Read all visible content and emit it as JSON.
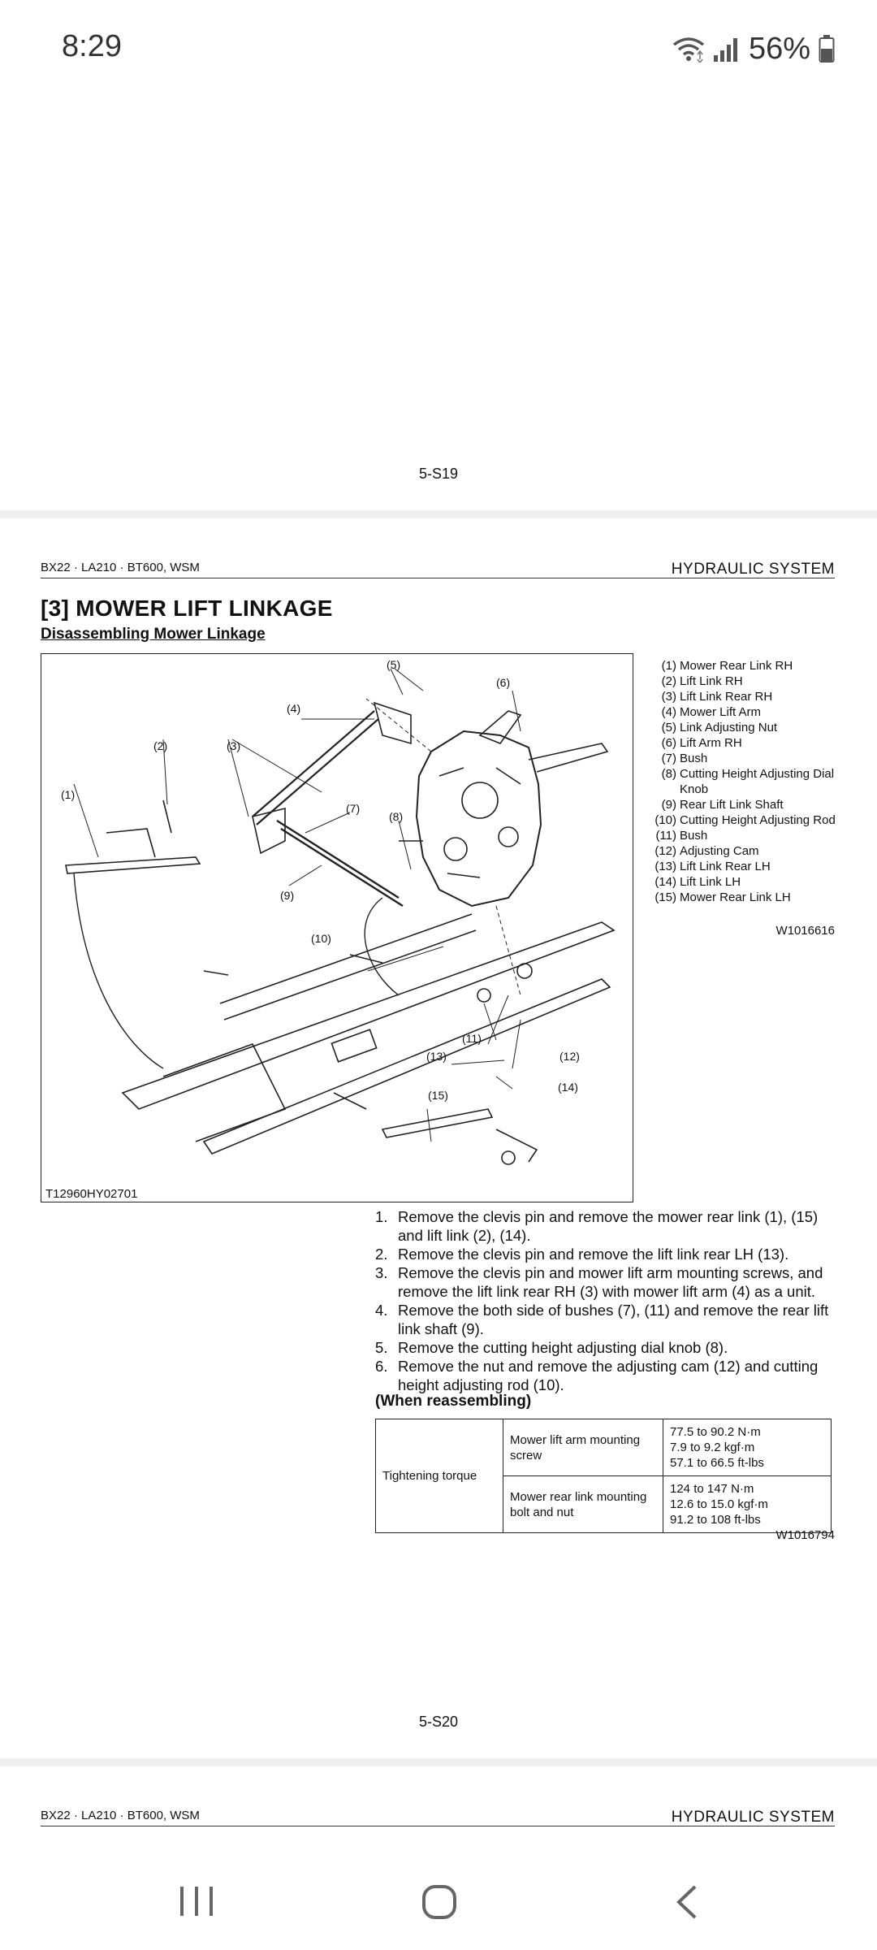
{
  "status_bar": {
    "time": "8:29",
    "battery": "56%"
  },
  "page_top": {
    "page_number": "5-S19"
  },
  "page": {
    "header_left": "BX22 · LA210 · BT600, WSM",
    "header_right": "HYDRAULIC  SYSTEM",
    "section_title": "[3]  MOWER LIFT LINKAGE",
    "subsection_title": "Disassembling Mower Linkage",
    "figure_code": "T12960HY02701",
    "figure_callouts": [
      "(1)",
      "(2)",
      "(3)",
      "(4)",
      "(5)",
      "(6)",
      "(7)",
      "(8)",
      "(9)",
      "(10)",
      "(11)",
      "(12)",
      "(13)",
      "(14)",
      "(15)"
    ],
    "legend": [
      {
        "num": "(1)",
        "text": "Mower Rear Link RH"
      },
      {
        "num": "(2)",
        "text": "Lift Link RH"
      },
      {
        "num": "(3)",
        "text": "Lift Link Rear RH"
      },
      {
        "num": "(4)",
        "text": "Mower Lift Arm"
      },
      {
        "num": "(5)",
        "text": "Link Adjusting Nut"
      },
      {
        "num": "(6)",
        "text": "Lift Arm RH"
      },
      {
        "num": "(7)",
        "text": "Bush"
      },
      {
        "num": "(8)",
        "text": "Cutting Height Adjusting Dial Knob"
      },
      {
        "num": "(9)",
        "text": "Rear Lift Link Shaft"
      },
      {
        "num": "(10)",
        "text": "Cutting Height Adjusting Rod"
      },
      {
        "num": "(11)",
        "text": "Bush"
      },
      {
        "num": "(12)",
        "text": "Adjusting Cam"
      },
      {
        "num": "(13)",
        "text": "Lift Link Rear LH"
      },
      {
        "num": "(14)",
        "text": "Lift Link LH"
      },
      {
        "num": "(15)",
        "text": "Mower Rear Link LH"
      }
    ],
    "legend_ref": "W1016616",
    "steps": [
      {
        "num": "1.",
        "text": "Remove the clevis pin and remove the mower rear link (1), (15) and lift link (2), (14)."
      },
      {
        "num": "2.",
        "text": "Remove the clevis pin and remove the lift link rear LH (13)."
      },
      {
        "num": "3.",
        "text": "Remove the clevis pin and mower lift arm mounting screws, and remove the lift link rear RH (3) with mower lift arm (4) as a unit."
      },
      {
        "num": "4.",
        "text": "Remove the both side of bushes (7), (11) and remove the rear lift link shaft (9)."
      },
      {
        "num": "5.",
        "text": "Remove the cutting height adjusting dial knob (8)."
      },
      {
        "num": "6.",
        "text": "Remove the nut and remove the adjusting cam (12) and cutting height adjusting rod (10)."
      }
    ],
    "reassembling_title": "(When reassembling)",
    "torque_table": {
      "label": "Tightening torque",
      "rows": [
        {
          "item": "Mower lift arm mounting screw",
          "v1": "77.5 to 90.2 N·m",
          "v2": "7.9 to 9.2 kgf·m",
          "v3": "57.1 to 66.5 ft-lbs"
        },
        {
          "item": "Mower rear link mounting bolt and nut",
          "v1": "124 to 147 N·m",
          "v2": "12.6 to 15.0 kgf·m",
          "v3": "91.2 to 108 ft-lbs"
        }
      ]
    },
    "table_ref": "W1016794",
    "page_number": "5-S20"
  },
  "next_page": {
    "header_left": "BX22 · LA210 · BT600, WSM",
    "header_right": "HYDRAULIC  SYSTEM"
  },
  "icons": {
    "wifi": "wifi-icon",
    "signal": "signal-icon",
    "battery": "battery-icon",
    "recents": "recents-icon",
    "home": "home-icon",
    "back": "back-icon"
  }
}
